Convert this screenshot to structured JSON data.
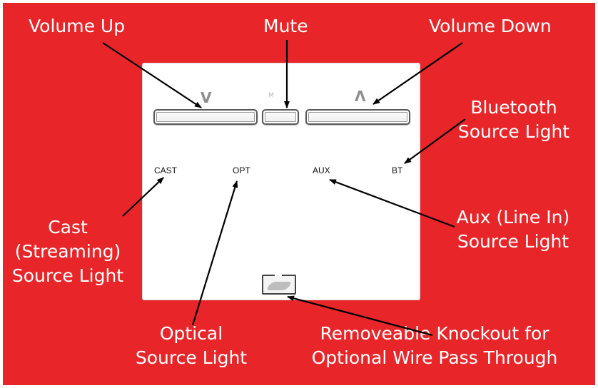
{
  "device": {
    "volume_up_glyph": "V",
    "volume_down_glyph": "Λ",
    "mute_glyph": "M",
    "sources": {
      "cast": "CAST",
      "opt": "OPT",
      "aux": "AUX",
      "bt": "BT"
    }
  },
  "callouts": {
    "volume_up": "Volume Up",
    "mute": "Mute",
    "volume_down": "Volume Down",
    "bluetooth": "Bluetooth\nSource Light",
    "cast": "Cast\n(Streaming)\nSource Light",
    "aux": "Aux (Line In)\nSource Light",
    "optical": "Optical\nSource Light",
    "knockout": "Removeable Knockout for\nOptional Wire Pass Through"
  },
  "colors": {
    "background": "#e8262a",
    "panel": "#ffffff",
    "callout_text": "#ffffff",
    "arrow": "#000000"
  }
}
